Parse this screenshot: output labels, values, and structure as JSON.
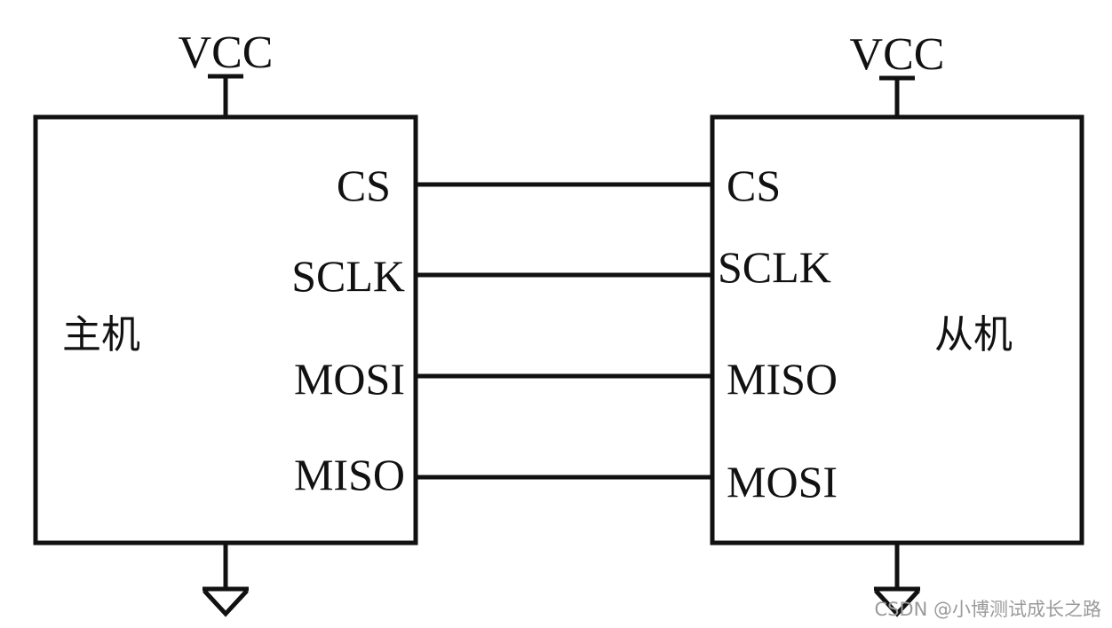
{
  "master": {
    "title": "主机",
    "vcc_label": "VCC",
    "pins": [
      "CS",
      "SCLK",
      "MOSI",
      "MISO"
    ]
  },
  "slave": {
    "title": "从机",
    "vcc_label": "VCC",
    "pins": [
      "CS",
      "SCLK",
      "MISO",
      "MOSI"
    ]
  },
  "watermark": "CSDN @小博测试成长之路",
  "colors": {
    "line": "#111111",
    "watermark": "#9a9a9a",
    "background": "#ffffff"
  }
}
